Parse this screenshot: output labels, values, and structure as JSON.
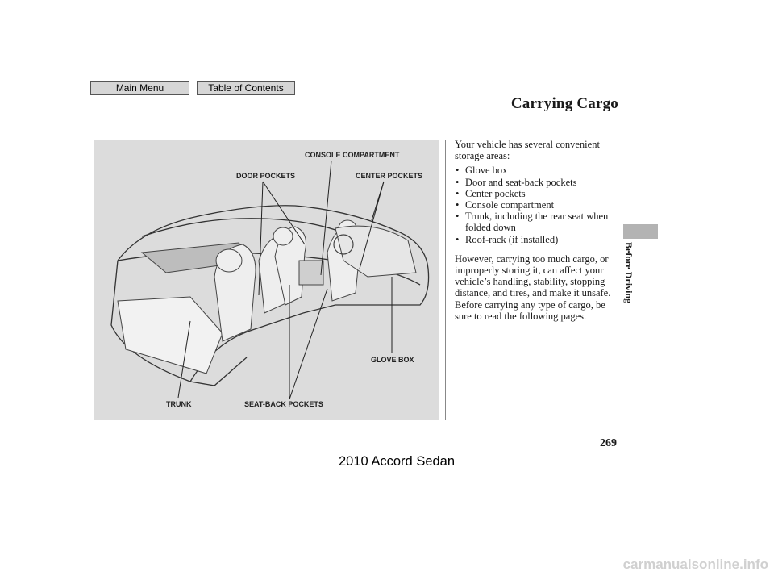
{
  "nav": {
    "main_menu": "Main Menu",
    "table_of_contents": "Table of Contents"
  },
  "header": {
    "section_title": "Carrying Cargo"
  },
  "sidebar": {
    "chapter_label": "Before Driving"
  },
  "illustration": {
    "callouts": {
      "console_compartment": "CONSOLE COMPARTMENT",
      "door_pockets": "DOOR POCKETS",
      "center_pockets": "CENTER POCKETS",
      "glove_box": "GLOVE BOX",
      "trunk": "TRUNK",
      "seat_back_pockets": "SEAT-BACK POCKETS"
    }
  },
  "body": {
    "intro": "Your vehicle has several convenient storage areas:",
    "storage_items": [
      "Glove box",
      "Door and seat-back pockets",
      "Center pockets",
      "Console compartment",
      "Trunk, including the rear seat when folded down",
      "Roof-rack (if installed)"
    ],
    "warning": "However, carrying too much cargo, or improperly storing it, can affect your vehicle’s handling, stability, stopping distance, and tires, and make it unsafe. Before carrying any type of cargo, be sure to read the following pages."
  },
  "footer": {
    "page_number": "269",
    "model_title": "2010 Accord Sedan",
    "watermark": "carmanualsonline.info"
  },
  "colors": {
    "illustration_bg": "#dcdcdc",
    "tab_block": "#b3b3b3",
    "nav_button": "#d6d6d6"
  }
}
